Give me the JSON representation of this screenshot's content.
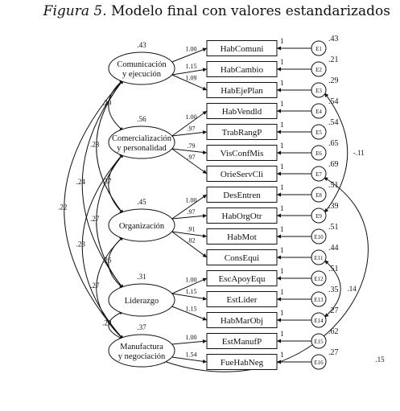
{
  "caption": {
    "prefix": "Figura 5.",
    "title": "Modelo final con valores estandarizados"
  },
  "latents": [
    {
      "id": "L1",
      "lines": [
        "Comunicación",
        "y ejecución"
      ],
      "r2": ".43"
    },
    {
      "id": "L2",
      "lines": [
        "Comercialización",
        "y personalidad"
      ],
      "r2": ".56"
    },
    {
      "id": "L3",
      "lines": [
        "Organización"
      ],
      "r2": ".45"
    },
    {
      "id": "L4",
      "lines": [
        "Liderazgo"
      ],
      "r2": ".31"
    },
    {
      "id": "L5",
      "lines": [
        "Manufactura",
        "y negociación"
      ],
      "r2": ".37"
    }
  ],
  "indicators": [
    {
      "name": "HabComuni",
      "latent": "L1",
      "loading": "1.00",
      "err": "E1",
      "err_path": "1",
      "r2": ".43"
    },
    {
      "name": "HabCambio",
      "latent": "L1",
      "loading": "1.15",
      "err": "E2",
      "err_path": "1",
      "r2": ".21"
    },
    {
      "name": "HabEjePlan",
      "latent": "L1",
      "loading": "1.09",
      "err": "E3",
      "err_path": "1",
      "r2": ".29"
    },
    {
      "name": "HabVendld",
      "latent": "L2",
      "loading": "1.00",
      "err": "E4",
      "err_path": "1",
      "r2": ".54"
    },
    {
      "name": "TrabRangP",
      "latent": "L2",
      "loading": ".97",
      "err": "E5",
      "err_path": "1",
      "r2": ".54"
    },
    {
      "name": "VisConfMis",
      "latent": "L2",
      "loading": ".79",
      "err": "E6",
      "err_path": "1",
      "r2": ".65"
    },
    {
      "name": "OrieServCli",
      "latent": "L2",
      "loading": ".97",
      "err": "E7",
      "err_path": "1",
      "r2": ".69"
    },
    {
      "name": "DesEntren",
      "latent": "L3",
      "loading": "1.00",
      "err": "E8",
      "err_path": "1",
      "r2": ".51"
    },
    {
      "name": "HabOrgOtr",
      "latent": "L3",
      "loading": ".97",
      "err": "E9",
      "err_path": "1",
      "r2": ".39"
    },
    {
      "name": "HabMot",
      "latent": "L3",
      "loading": ".91",
      "err": "E10",
      "err_path": "1",
      "r2": ".51"
    },
    {
      "name": "ConsEqui",
      "latent": "L3",
      "loading": ".82",
      "err": "E11",
      "err_path": "1",
      "r2": ".44"
    },
    {
      "name": "EscApoyEqu",
      "latent": "L4",
      "loading": "1.00",
      "err": "E12",
      "err_path": "1",
      "r2": ".51"
    },
    {
      "name": "EstLider",
      "latent": "L4",
      "loading": "1.15",
      "err": "E13",
      "err_path": "1",
      "r2": ".35"
    },
    {
      "name": "HabMarObj",
      "latent": "L4",
      "loading": "1.15",
      "err": "E14",
      "err_path": "1",
      "r2": ".27"
    },
    {
      "name": "EstManufP",
      "latent": "L5",
      "loading": "1.00",
      "err": "E15",
      "err_path": "1",
      "r2": ".62"
    },
    {
      "name": "FueHabNeg",
      "latent": "L5",
      "loading": "1.54",
      "err": "E16",
      "err_path": "1",
      "r2": ".27"
    }
  ],
  "latent_correlations": [
    {
      "from": "L1",
      "to": "L2",
      "value": ".29"
    },
    {
      "from": "L1",
      "to": "L3",
      "value": ".28"
    },
    {
      "from": "L1",
      "to": "L4",
      "value": ".24"
    },
    {
      "from": "L1",
      "to": "L5",
      "value": ".22"
    },
    {
      "from": "L2",
      "to": "L3",
      "value": ".37"
    },
    {
      "from": "L2",
      "to": "L4",
      "value": ".27"
    },
    {
      "from": "L2",
      "to": "L5",
      "value": ".23"
    },
    {
      "from": "L3",
      "to": "L4",
      "value": ".26"
    },
    {
      "from": "L3",
      "to": "L5",
      "value": ".27"
    },
    {
      "from": "L4",
      "to": "L5",
      "value": ".20"
    }
  ],
  "error_covariances": [
    {
      "from": "E3",
      "to": "E9",
      "value": "-.11"
    },
    {
      "from": "E11",
      "to": "E14",
      "value": ".14"
    },
    {
      "from": "E7",
      "to": "L5",
      "value": ".15"
    }
  ]
}
